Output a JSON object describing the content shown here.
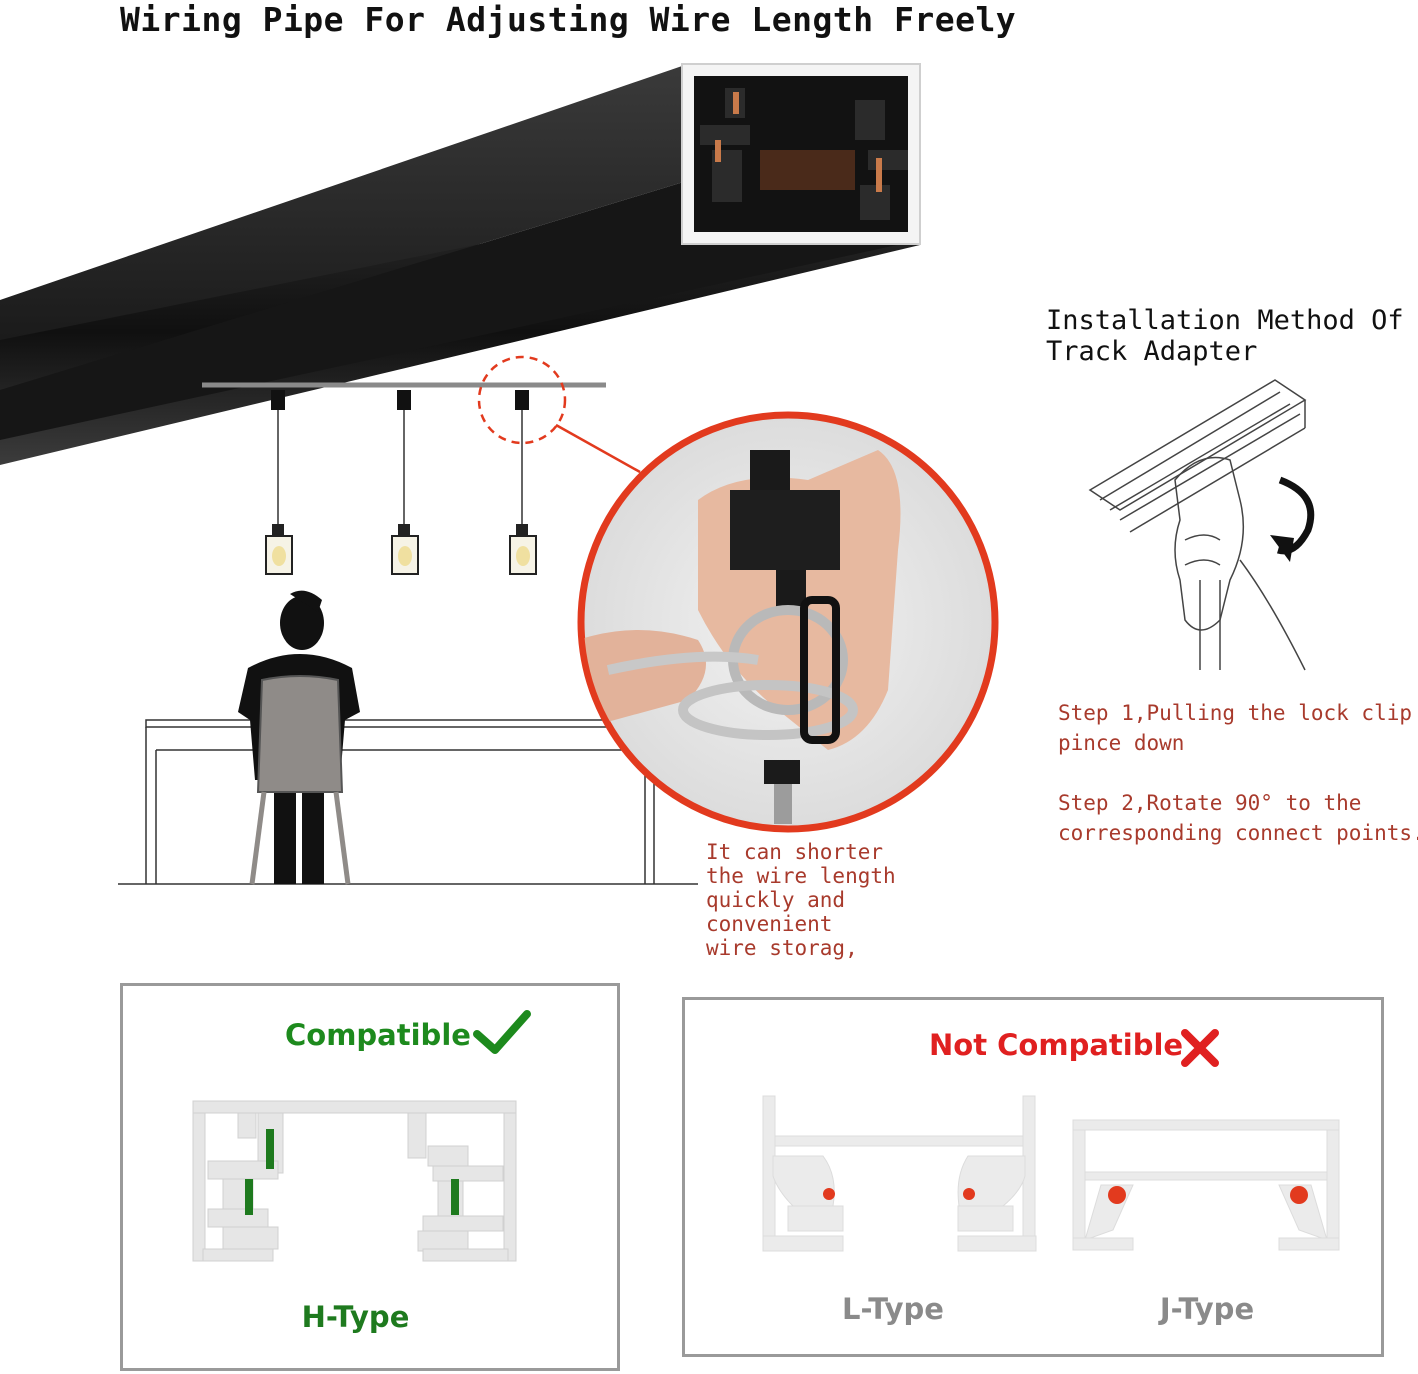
{
  "header": {
    "title": "Wiring Pipe For Adjusting Wire Length Freely"
  },
  "installation": {
    "title": "Installation Method Of\nTrack Adapter",
    "step1": "Step 1,Pulling the lock clip\npince down",
    "step2": "Step 2,Rotate 90° to the\ncorresponding connect points."
  },
  "callout": {
    "note": "It can shorter\nthe wire length\nquickly and\nconvenient\nwire storag,"
  },
  "compatible_panel": {
    "heading": "Compatible",
    "types": [
      "H-Type"
    ]
  },
  "incompatible_panel": {
    "heading": "Not Compatible",
    "types": [
      "L-Type",
      "J-Type"
    ]
  },
  "colors": {
    "accent_red": "#e23a1e",
    "note_text": "#a83a2c",
    "compatible_green": "#1d8a1d",
    "incompatible_red": "#e02020",
    "type_gray": "#8a8a8a",
    "h_type_green": "#1e7a1e"
  },
  "icons": {
    "compatible": "check-icon",
    "incompatible": "cross-icon"
  }
}
